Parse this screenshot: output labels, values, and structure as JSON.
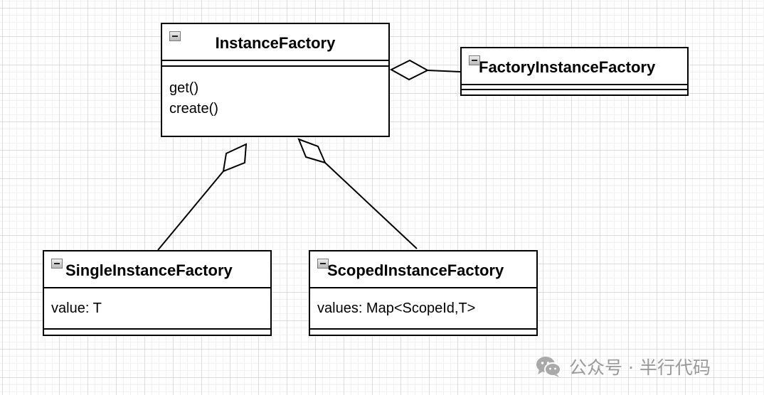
{
  "diagram": {
    "classes": [
      {
        "id": "instance-factory",
        "name": "InstanceFactory",
        "attributes": [],
        "methods": [
          "get()",
          "create()"
        ]
      },
      {
        "id": "factory-instance-factory",
        "name": "FactoryInstanceFactory",
        "attributes": [],
        "methods": []
      },
      {
        "id": "single-instance-factory",
        "name": "SingleInstanceFactory",
        "attributes": [
          "value: T"
        ],
        "methods": []
      },
      {
        "id": "scoped-instance-factory",
        "name": "ScopedInstanceFactory",
        "attributes": [
          "values: Map<ScopeId,T>"
        ],
        "methods": []
      }
    ],
    "relations": [
      {
        "type": "aggregation",
        "whole": "instance-factory",
        "part": "factory-instance-factory"
      },
      {
        "type": "aggregation",
        "whole": "instance-factory",
        "part": "single-instance-factory"
      },
      {
        "type": "aggregation",
        "whole": "instance-factory",
        "part": "scoped-instance-factory"
      }
    ]
  },
  "watermark": {
    "text": "公众号 · 半行代码",
    "icon": "wechat-icon"
  }
}
